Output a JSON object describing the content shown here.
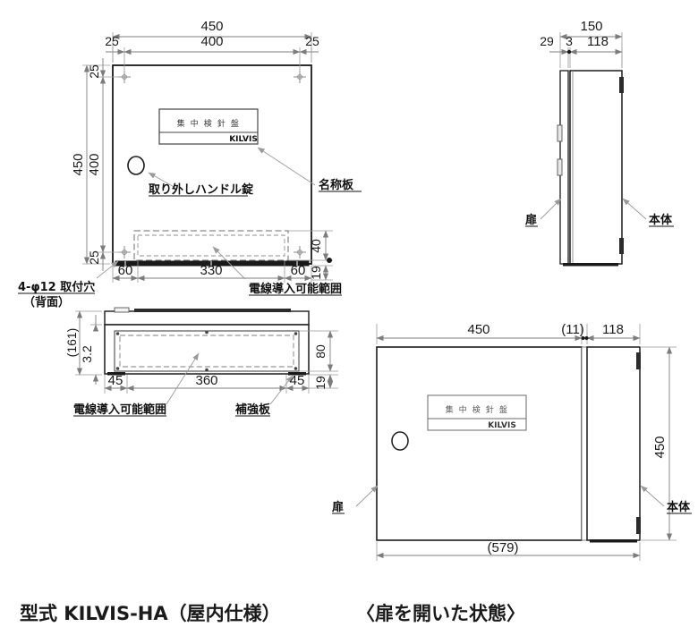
{
  "document": {
    "type": "technical-drawing",
    "title_model": "型式 KILVIS-HA〈屋内仕様〉",
    "title_open": "〈扉を開いた状態〉"
  },
  "captions": {
    "model": "型式 KILVIS-HA（屋内仕様）",
    "door_open": "〈扉を開いた状態〉"
  },
  "nameplate": {
    "line1": "集 中 検 針 盤",
    "logo": "KILVIS"
  },
  "front_view": {
    "name": "front-view",
    "dimensions": {
      "overall_width": "450",
      "hole_pitch_width": "400",
      "edge_left": "25",
      "edge_right": "25",
      "overall_height": "450",
      "hole_pitch_height": "400",
      "edge_top": "25",
      "edge_bottom": "25",
      "knockout_left": "60",
      "knockout_width": "330",
      "knockout_right": "60",
      "knockout_height": "40",
      "base_height": "19"
    },
    "labels": {
      "mounting_holes": "4-φ12 取付穴",
      "mounting_holes_sub": "（背面）",
      "handle_lock": "取り外しハンドル錠",
      "nameplate": "名称板",
      "wire_entry": "電線導入可能範囲"
    }
  },
  "top_view": {
    "name": "top-view",
    "dimensions": {
      "depth_overall": "(161)",
      "plate_thickness": "3.2",
      "left_margin": "45",
      "opening_width": "360",
      "right_margin": "45",
      "opening_depth": "80",
      "base_depth": "19"
    },
    "labels": {
      "wire_entry": "電線導入可能範囲",
      "reinforce_plate": "補強板"
    }
  },
  "side_view": {
    "name": "side-view",
    "dimensions": {
      "overall_depth": "150",
      "door_offset": "29",
      "gap": "3",
      "body_depth": "118"
    },
    "labels": {
      "door": "扉",
      "body": "本体"
    }
  },
  "open_view": {
    "name": "door-open-view",
    "dimensions": {
      "door_width": "450",
      "hinge_gap": "(11)",
      "body_depth": "118",
      "height": "450",
      "total_span": "(579)"
    },
    "labels": {
      "door": "扉",
      "body": "本体"
    }
  },
  "colors": {
    "line": "#1a1a1a",
    "thin_line": "#555555",
    "dim_line": "#888888",
    "hidden_line": "#777777",
    "background": "#ffffff"
  }
}
